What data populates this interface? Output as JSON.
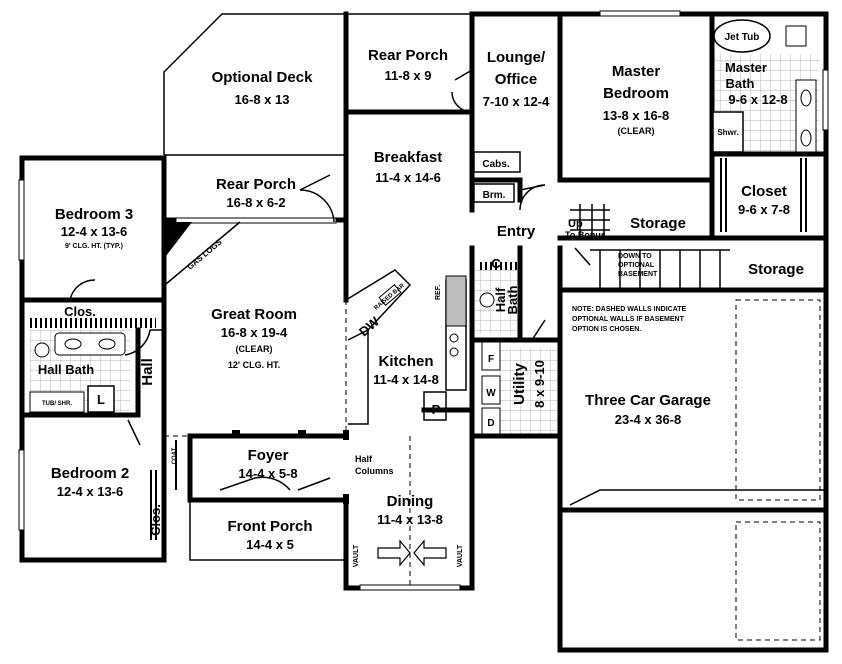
{
  "rooms": {
    "deck": {
      "name": "Optional Deck",
      "dim": "16-8 x 13"
    },
    "rear_porch_top": {
      "name": "Rear Porch",
      "dim": "11-8 x 9"
    },
    "lounge": {
      "name1": "Lounge/",
      "name2": "Office",
      "dim": "7-10 x 12-4"
    },
    "master": {
      "name1": "Master",
      "name2": "Bedroom",
      "dim": "13-8 x 16-8",
      "note": "(CLEAR)"
    },
    "master_bath": {
      "name1": "Master",
      "name2": "Bath",
      "dim": "9-6 x 12-8",
      "tub": "Jet Tub",
      "shower": "Shwr."
    },
    "breakfast": {
      "name": "Breakfast",
      "dim": "11-4 x 14-6"
    },
    "cabs": "Cabs.",
    "brm": "Brm.",
    "closet": {
      "name": "Closet",
      "dim": "9-6 x 7-8"
    },
    "rear_porch_mid": {
      "name": "Rear Porch",
      "dim": "16-8 x 6-2"
    },
    "bedroom3": {
      "name": "Bedroom 3",
      "dim": "12-4 x 13-6",
      "note": "9' CLG. HT. (TYP.)"
    },
    "entry": "Entry",
    "up_to_bonus": {
      "line1": "Up",
      "line2": "To Bonus"
    },
    "storage1": "Storage",
    "storage2": "Storage",
    "down_basement": {
      "line1": "DOWN TO",
      "line2": "OPTIONAL",
      "line3": "BASEMENT"
    },
    "gas_logs": "GAS LOGS",
    "great_room": {
      "name": "Great Room",
      "dim": "16-8 x 19-4",
      "note1": "(CLEAR)",
      "note2": "12' CLG. HT."
    },
    "clos_top": "Clos.",
    "hall_bath": "Hall Bath",
    "tub_shr": "TUB/ SHR.",
    "linen": "L",
    "hall": "Hall",
    "kitchen": {
      "name": "Kitchen",
      "dim": "11-4 x 14-8",
      "dw": "DW",
      "based_bar": "RAISED BAR",
      "ref": "REF.",
      "pantry": "P"
    },
    "half_bath": {
      "name1": "Half",
      "name2": "Bath",
      "c": "C"
    },
    "utility": {
      "name": "Utility",
      "dim": "8 x 9-10",
      "f": "F",
      "w": "W",
      "d": "D"
    },
    "garage": {
      "name": "Three Car Garage",
      "dim": "23-4 x 36-8"
    },
    "garage_note": {
      "line1": "NOTE: DASHED WALLS INDICATE",
      "line2": "OPTIONAL WALLS IF BASEMENT",
      "line3": "OPTION IS CHOSEN."
    },
    "bedroom2": {
      "name": "Bedroom 2",
      "dim": "12-4 x 13-6"
    },
    "foyer": {
      "name": "Foyer",
      "dim": "14-4 x 5-8",
      "coat": "COAT"
    },
    "half_columns": {
      "line1": "Half",
      "line2": "Columns"
    },
    "clos_bottom": "Clos.",
    "front_porch": {
      "name": "Front Porch",
      "dim": "14-4 x 5"
    },
    "dining": {
      "name": "Dining",
      "dim": "11-4 x 13-8",
      "vault": "VAULT"
    }
  },
  "colors": {
    "line": "#000000",
    "background": "#ffffff",
    "tile": "#9a9a9a"
  }
}
